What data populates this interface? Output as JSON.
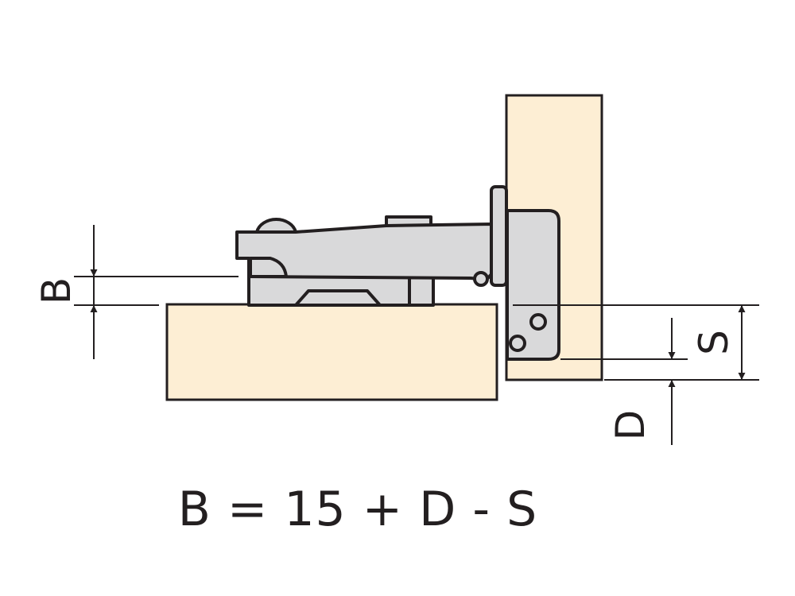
{
  "labels": {
    "b": "B",
    "s": "S",
    "d": "D"
  },
  "formula": "B = 15 + D - S",
  "colors": {
    "wood": "#fdeed4",
    "steel": "#d9d9da",
    "line": "#231f20"
  }
}
